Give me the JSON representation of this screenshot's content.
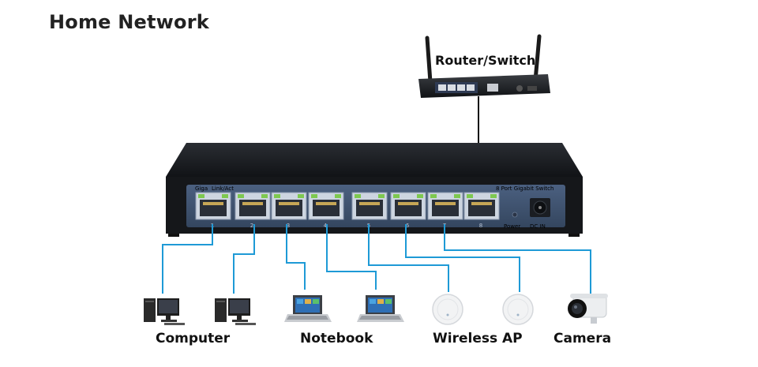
{
  "title": "Home Network",
  "router": {
    "label": "Router/Switch"
  },
  "switch": {
    "label_giga": "Giga",
    "label_link": "Link/Act",
    "label_model": "8 Port Gigabit  Switch",
    "label_power": "Power",
    "label_dcin": "DC IN",
    "ports": [
      "1",
      "2",
      "3",
      "4",
      "5",
      "6",
      "7",
      "8"
    ]
  },
  "devices": {
    "computer": "Computer",
    "notebook": "Notebook",
    "wireless_ap": "Wireless AP",
    "camera": "Camera"
  },
  "colors": {
    "cable": "#1e9ad6",
    "chassis": "#1b1d22",
    "panel": "#3f5470",
    "led_green": "#7ec850",
    "led_orange": "#e89a2a"
  }
}
